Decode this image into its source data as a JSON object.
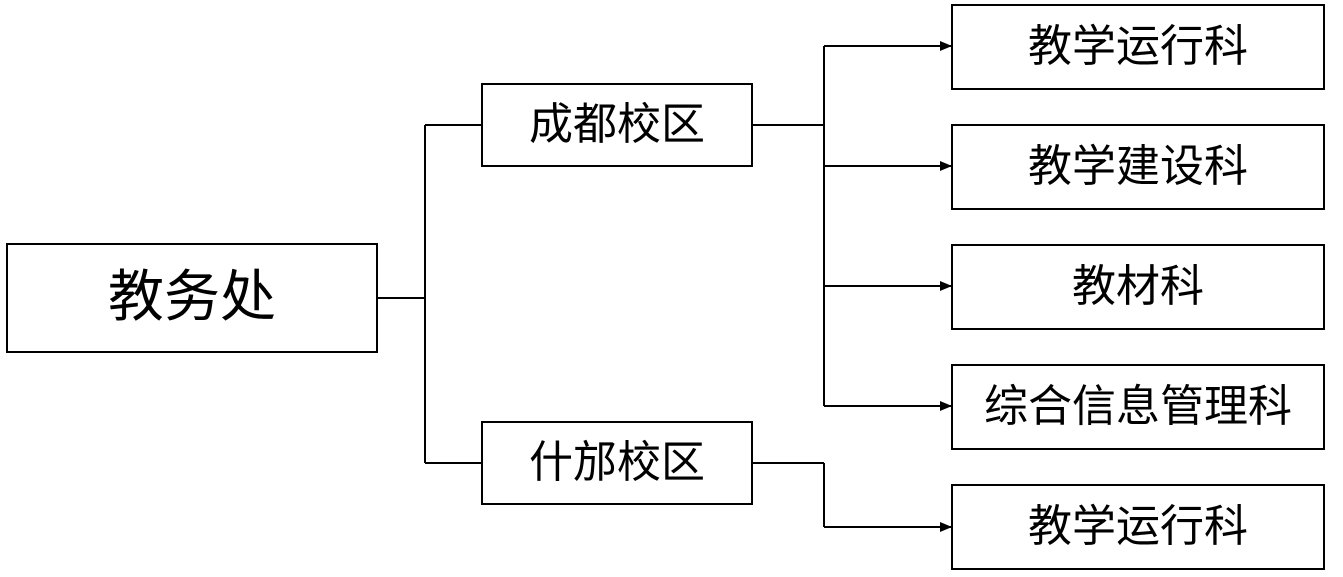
{
  "org_chart": {
    "root": {
      "label": "教务处"
    },
    "branches": [
      {
        "label": "成都校区",
        "children": [
          "教学运行科",
          "教学建设科",
          "教材科",
          "综合信息管理科"
        ]
      },
      {
        "label": "什邡校区",
        "children": [
          "教学运行科"
        ]
      }
    ]
  },
  "colors": {
    "line": "#000000",
    "box_border": "#000000",
    "background": "#ffffff"
  }
}
